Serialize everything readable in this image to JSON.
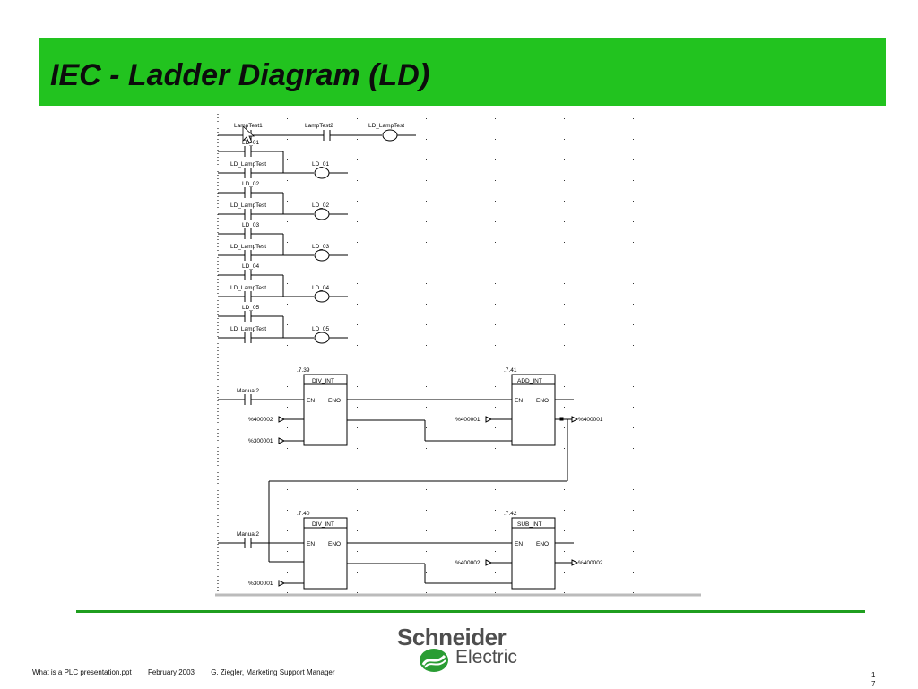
{
  "slide": {
    "title": "IEC - Ladder Diagram (LD)"
  },
  "ladder": {
    "contacts_top": [
      "LampTest1",
      "LampTest2"
    ],
    "coil_top": "LD_LampTest",
    "rungs": [
      {
        "contact": "LD_01",
        "test": "LD_LampTest",
        "coil": "LD_01"
      },
      {
        "contact": "LD_02",
        "test": "LD_LampTest",
        "coil": "LD_02"
      },
      {
        "contact": "LD_03",
        "test": "LD_LampTest",
        "coil": "LD_03"
      },
      {
        "contact": "LD_04",
        "test": "LD_LampTest",
        "coil": "LD_04"
      },
      {
        "contact": "LD_05",
        "test": "LD_LampTest",
        "coil": "LD_05"
      }
    ],
    "blocks": [
      {
        "id": ".7.39",
        "name": "DIV_INT",
        "en": "EN",
        "eno": "ENO"
      },
      {
        "id": ".7.41",
        "name": "ADD_INT",
        "en": "EN",
        "eno": "ENO"
      },
      {
        "id": ".7.40",
        "name": "DIV_INT",
        "en": "EN",
        "eno": "ENO"
      },
      {
        "id": ".7.42",
        "name": "SUB_INT",
        "en": "EN",
        "eno": "ENO"
      }
    ],
    "manual_label": "Manual2",
    "vars": {
      "in_a1": "%400002",
      "in_a2": "%300001",
      "in_b1": "%400001",
      "out_1": "%400001",
      "in_c2": "%300001",
      "in_d1": "%400002",
      "out_2": "%400002"
    }
  },
  "footer": {
    "file": "What is a PLC presentation.ppt",
    "date": "February 2003",
    "author": "G. Ziegler, Marketing Support Manager",
    "page_line1": "1",
    "page_line2": "7"
  },
  "logo": {
    "line1": "Schneider",
    "line2": "Electric"
  },
  "colors": {
    "title_bar": "#22c31f",
    "footer_line": "#1f9e1f",
    "logo_green": "#2a9d34"
  }
}
